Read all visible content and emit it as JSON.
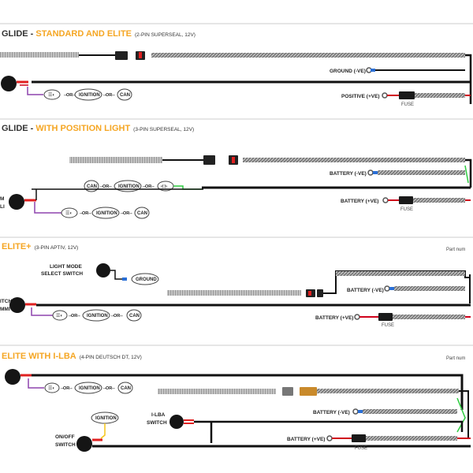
{
  "sections": [
    {
      "title_prefix": "GLIDE - ",
      "title_accent": "STANDARD AND ELITE",
      "spec": "(2-PIN SUPERSEAL, 12V)"
    },
    {
      "title_prefix": "GLIDE - ",
      "title_accent": "WITH POSITION LIGHT",
      "spec": "(3-PIN SUPERSEAL, 12V)"
    },
    {
      "title_prefix": "",
      "title_accent": "ELITE+",
      "spec": "(3-PIN APTIV, 12V)"
    },
    {
      "title_prefix": "",
      "title_accent": "ELITE WITH I-LBA",
      "spec": "(4-PIN DEUTSCH DT, 12V)"
    }
  ],
  "labels": {
    "ground": "GROUND (-VE)",
    "positive": "POSITIVE (+VE)",
    "battery_neg": "BATTERY (-VE)",
    "battery_pos": "BATTERY (+VE)",
    "fuse": "FUSE",
    "or": "OR",
    "ignition": "IGNITION",
    "can": "CAN",
    "light_mode_1": "LIGHT MODE",
    "light_mode_2": "SELECT SWITCH",
    "ground_badge": "GROUND",
    "part_num": "Part num",
    "ilba_1": "I-LBA",
    "ilba_2": "SWITCH",
    "onoff_1": "ON/OFF",
    "onoff_2": "SWITCH",
    "s2_cut_1": "M",
    "s2_cut_2": "LI",
    "s3_cut_1": "ITCH",
    "s3_cut_2": "MMI"
  },
  "colors": {
    "wire_black": "#111111",
    "wire_red": "#d0021b",
    "wire_purple": "#8e44ad",
    "wire_green": "#2ecc40",
    "wire_yellow": "#f5c518",
    "accent": "#f5a623",
    "connector_red": "#e02020"
  }
}
